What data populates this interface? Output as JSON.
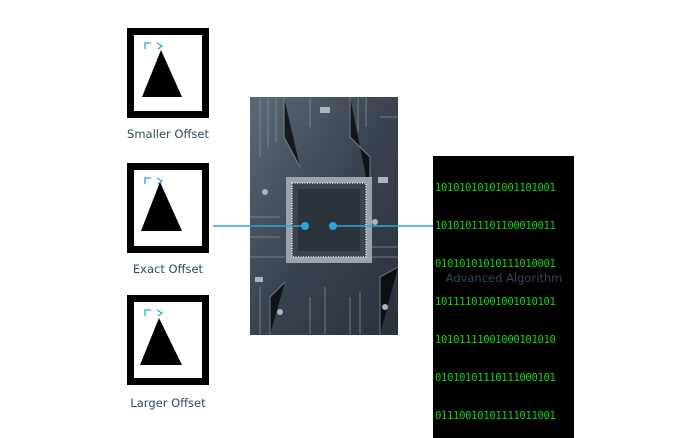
{
  "offsets": [
    {
      "label": "Smaller Offset"
    },
    {
      "label": "Exact Offset"
    },
    {
      "label": "Larger Offset"
    }
  ],
  "algorithm": {
    "label": "Advanced Algorithm",
    "binary": [
      "10101010101001101001",
      "10101011101100010011",
      "01010101010111010001",
      "10111101001001010101",
      "10101111001000101010",
      "01010101110111000101",
      "01110010101111011001"
    ]
  },
  "colors": {
    "accent": "#2aa7d8",
    "binary_text": "#14d414",
    "label": "#2e4a5a"
  }
}
